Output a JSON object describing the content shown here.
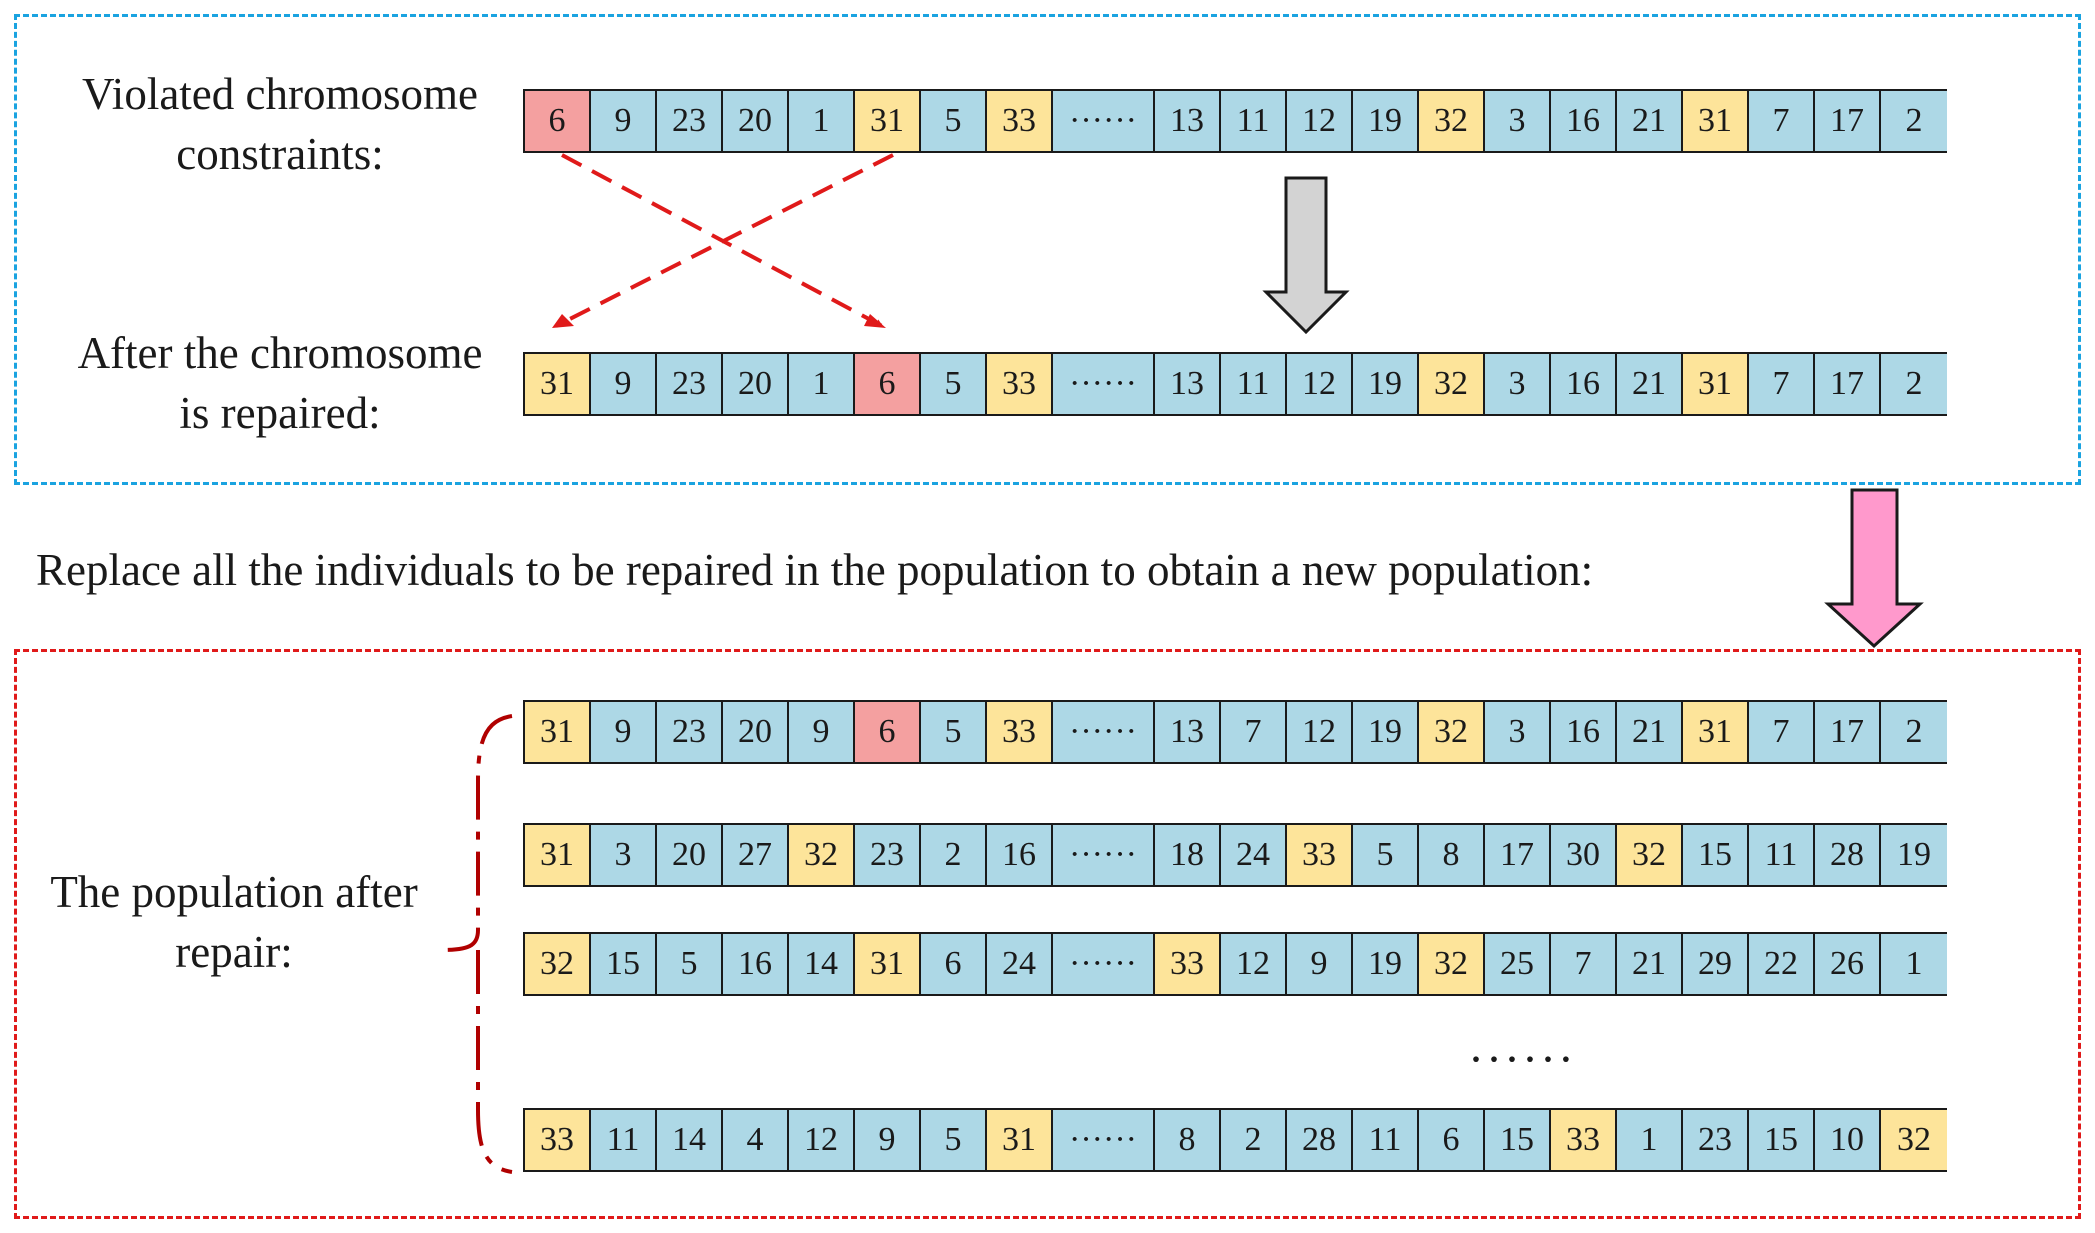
{
  "labels": {
    "violated": [
      "Violated chromosome",
      "constraints:"
    ],
    "repaired": [
      "After the chromosome",
      "is repaired:"
    ],
    "replace": "Replace all the individuals to be repaired in the population to obtain a new population:",
    "population": [
      "The population after",
      "repair:"
    ],
    "ellipsis_gene": "······",
    "ellipsis_rows": "······"
  },
  "colors": {
    "normal": "#add8e6",
    "highlight": "#fde49a",
    "swapped": "#f4a0a0",
    "top_border": "#1aa3e0",
    "bottom_border": "#e01a1a",
    "gray_arrow": "#d3d3d3",
    "pink_arrow": "#ff99cc",
    "swap_arrow": "#e01a1a"
  },
  "chromosomes": {
    "violated": {
      "genes": [
        "6",
        "9",
        "23",
        "20",
        "1",
        "31",
        "5",
        "33",
        "······",
        "13",
        "11",
        "12",
        "19",
        "32",
        "3",
        "16",
        "21",
        "31",
        "7",
        "17",
        "2"
      ],
      "kinds": [
        "r",
        "n",
        "n",
        "n",
        "n",
        "y",
        "n",
        "y",
        "g",
        "n",
        "n",
        "n",
        "n",
        "y",
        "n",
        "n",
        "n",
        "y",
        "n",
        "n",
        "n"
      ]
    },
    "repaired": {
      "genes": [
        "31",
        "9",
        "23",
        "20",
        "1",
        "6",
        "5",
        "33",
        "······",
        "13",
        "11",
        "12",
        "19",
        "32",
        "3",
        "16",
        "21",
        "31",
        "7",
        "17",
        "2"
      ],
      "kinds": [
        "y",
        "n",
        "n",
        "n",
        "n",
        "r",
        "n",
        "y",
        "g",
        "n",
        "n",
        "n",
        "n",
        "y",
        "n",
        "n",
        "n",
        "y",
        "n",
        "n",
        "n"
      ]
    },
    "population": [
      {
        "genes": [
          "31",
          "9",
          "23",
          "20",
          "9",
          "6",
          "5",
          "33",
          "······",
          "13",
          "7",
          "12",
          "19",
          "32",
          "3",
          "16",
          "21",
          "31",
          "7",
          "17",
          "2"
        ],
        "kinds": [
          "y",
          "n",
          "n",
          "n",
          "n",
          "r",
          "n",
          "y",
          "g",
          "n",
          "n",
          "n",
          "n",
          "y",
          "n",
          "n",
          "n",
          "y",
          "n",
          "n",
          "n"
        ]
      },
      {
        "genes": [
          "31",
          "3",
          "20",
          "27",
          "32",
          "23",
          "2",
          "16",
          "······",
          "18",
          "24",
          "33",
          "5",
          "8",
          "17",
          "30",
          "32",
          "15",
          "11",
          "28",
          "19"
        ],
        "kinds": [
          "y",
          "n",
          "n",
          "n",
          "y",
          "n",
          "n",
          "n",
          "g",
          "n",
          "n",
          "y",
          "n",
          "n",
          "n",
          "n",
          "y",
          "n",
          "n",
          "n",
          "n"
        ]
      },
      {
        "genes": [
          "32",
          "15",
          "5",
          "16",
          "14",
          "31",
          "6",
          "24",
          "······",
          "33",
          "12",
          "9",
          "19",
          "32",
          "25",
          "7",
          "21",
          "29",
          "22",
          "26",
          "1"
        ],
        "kinds": [
          "y",
          "n",
          "n",
          "n",
          "n",
          "y",
          "n",
          "n",
          "g",
          "y",
          "n",
          "n",
          "n",
          "y",
          "n",
          "n",
          "n",
          "n",
          "n",
          "n",
          "n"
        ]
      },
      {
        "genes": [
          "33",
          "11",
          "14",
          "4",
          "12",
          "9",
          "5",
          "31",
          "······",
          "8",
          "2",
          "28",
          "11",
          "6",
          "15",
          "33",
          "1",
          "23",
          "15",
          "10",
          "32"
        ],
        "kinds": [
          "y",
          "n",
          "n",
          "n",
          "n",
          "n",
          "n",
          "y",
          "g",
          "n",
          "n",
          "n",
          "n",
          "n",
          "n",
          "y",
          "n",
          "n",
          "n",
          "n",
          "y"
        ]
      }
    ]
  }
}
